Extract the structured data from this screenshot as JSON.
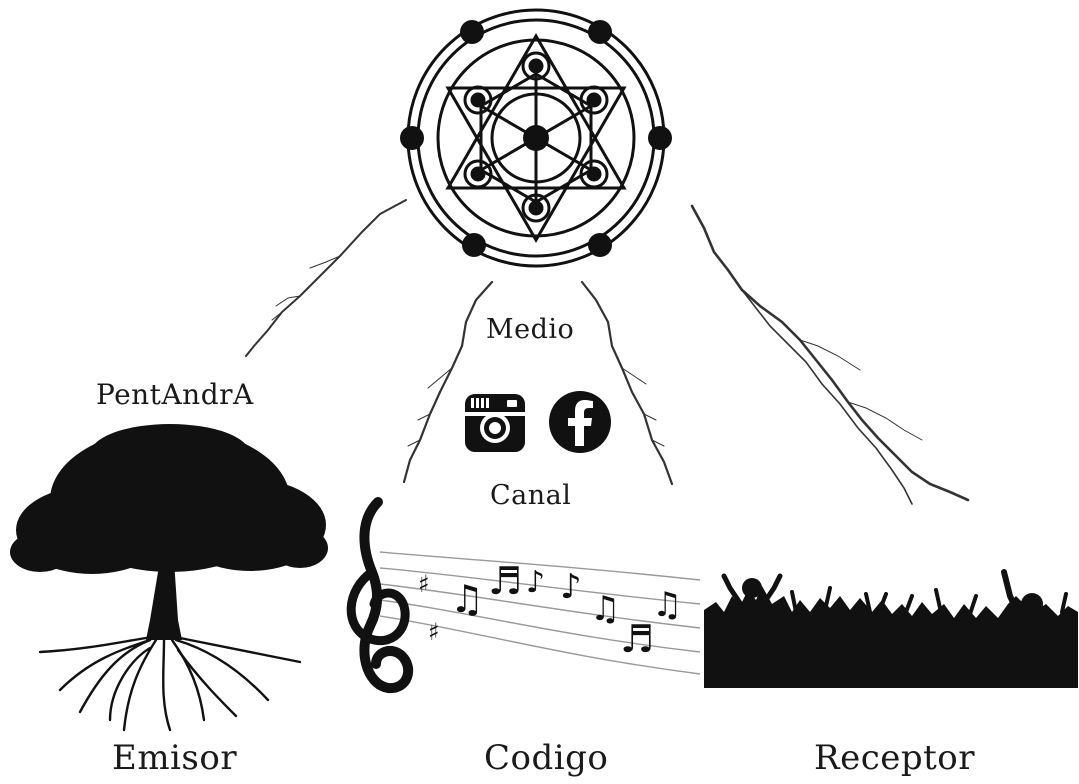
{
  "labels": {
    "band": "PentAndrA",
    "medio": "Medio",
    "canal": "Canal",
    "emisor": "Emisor",
    "codigo": "Codigo",
    "receptor": "Receptor"
  },
  "icons": [
    "hexagram-symbol-icon",
    "instagram-icon",
    "facebook-icon",
    "tree-icon",
    "treble-clef-icon",
    "crowd-silhouette-icon",
    "lightning-icon"
  ],
  "colors": {
    "ink": "#111111",
    "background": "#ffffff"
  }
}
